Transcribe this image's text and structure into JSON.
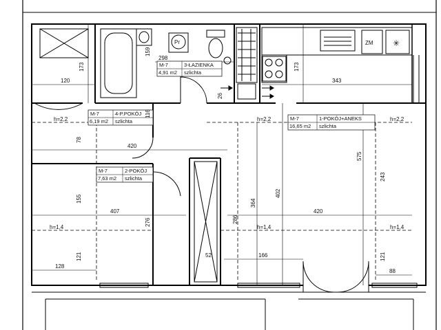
{
  "rooms": [
    {
      "id": "lazienka",
      "code": "M-7",
      "name": "3-ŁAZIENKA",
      "area": "4,91 m2",
      "finish": "szlichta"
    },
    {
      "id": "pokoj4",
      "code": "M-7",
      "name": "4-P.POKÓJ",
      "area": "6,19 m2",
      "finish": "szlichta"
    },
    {
      "id": "pokoj2",
      "code": "M-7",
      "name": "2-POKÓJ",
      "area": "7,63 m2",
      "finish": "szlichta"
    },
    {
      "id": "pokoj1",
      "code": "M-7",
      "name": "1-POKÓJ+ANEKS",
      "area": "16,65 m2",
      "finish": "szlichta"
    }
  ],
  "fixtures": {
    "pr": "Pr",
    "zm": "ZM",
    "star": "✳"
  },
  "dimensions": {
    "d298": "298",
    "d159": "159",
    "d173a": "173",
    "d173b": "173",
    "d120": "120",
    "d343": "343",
    "d420a": "420",
    "d78": "78",
    "d116": "116",
    "d26": "26",
    "d575": "575",
    "d243": "243",
    "d402": "402",
    "d364": "364",
    "d155": "155",
    "d407": "407",
    "d420b": "420",
    "d276": "276",
    "d286": "286",
    "d121a": "121",
    "d121b": "121",
    "d128": "128",
    "d52": "52",
    "d166": "166",
    "d88": "88"
  },
  "heights": {
    "h1": "h=2,2",
    "h2": "h=2,2",
    "h3": "h=2,2",
    "h4": "h=1,4",
    "h5": "h=1,4",
    "h6": "h=1,4"
  }
}
